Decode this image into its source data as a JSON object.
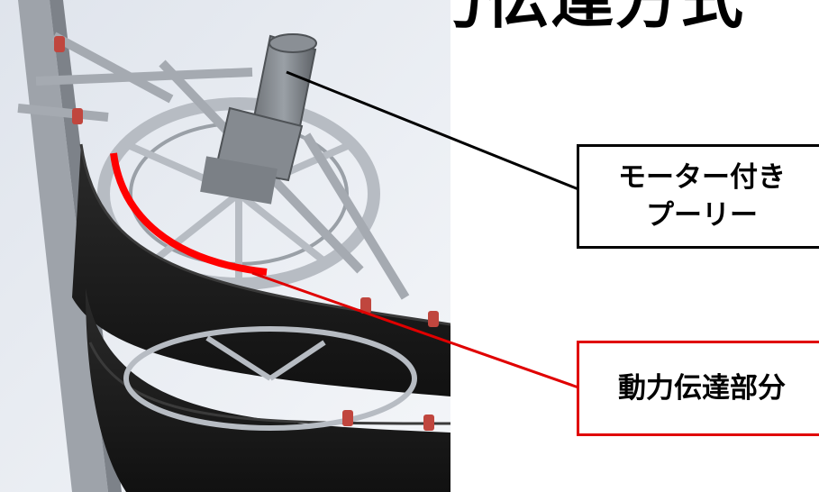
{
  "title": "動力伝達方式",
  "callouts": {
    "motor": {
      "line1": "モーター付き",
      "line2": "プーリー"
    },
    "power": {
      "text": "動力伝達部分"
    }
  },
  "colors": {
    "highlight": "#ff0000",
    "belt": "#1a1a1a",
    "frame": "#a9adb3",
    "background": "#eef1f6"
  }
}
